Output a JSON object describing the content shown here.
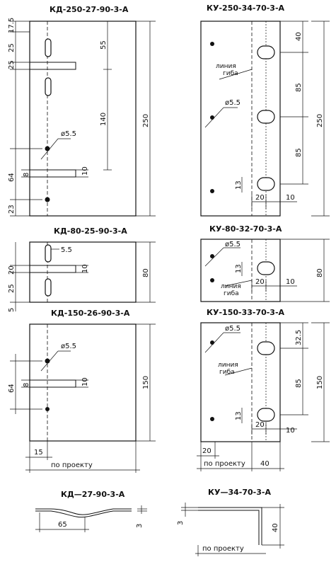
{
  "titles": {
    "kd250": "КД-250-27-90-3-А",
    "ku250": "КУ-250-34-70-3-А",
    "kd80": "КД-80-25-90-3-А",
    "ku80": "КУ-80-32-70-3-А",
    "kd150": "КД-150-26-90-3-А",
    "ku150": "КУ-150-33-70-3-А",
    "kd_side": "КД—27-90-3-А",
    "ku_side": "КУ—34-70-3-А"
  },
  "dims": {
    "d17_5": "17.5",
    "d25": "25",
    "d55": "55",
    "d140": "140",
    "d250": "250",
    "d64": "64",
    "d8": "8",
    "d10": "10",
    "d23": "23",
    "d40": "40",
    "d85": "85",
    "d13": "13",
    "d20": "20",
    "d80": "80",
    "d5": "5",
    "d5_5": "5.5",
    "d150": "150",
    "d32_5": "32.5",
    "d15": "15",
    "d65": "65",
    "d3": "3"
  },
  "labels": {
    "phi55": "ø5.5",
    "bend_line_1": "линия",
    "bend_line_2": "гиба",
    "by_project": "по проекту"
  }
}
